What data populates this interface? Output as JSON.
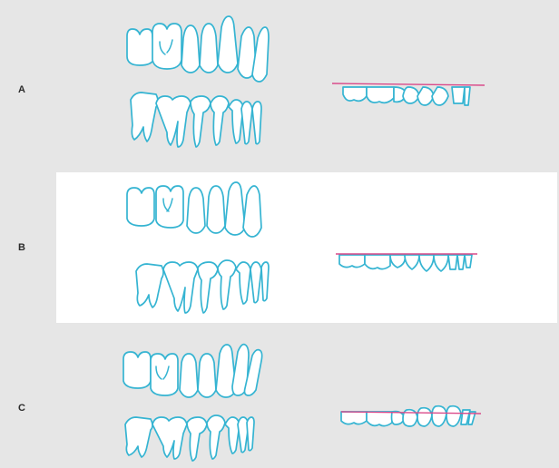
{
  "panels": [
    {
      "label": "A"
    },
    {
      "label": "B"
    },
    {
      "label": "C"
    }
  ],
  "colors": {
    "background": "#e6e6e6",
    "highlight_panel": "#ffffff",
    "tooth_outline": "#35b4d2",
    "occlusal_plane_line": "#d94a8a"
  },
  "icons": [
    "upper-dental-arch",
    "lower-dental-arch",
    "occlusal-plane-view"
  ]
}
